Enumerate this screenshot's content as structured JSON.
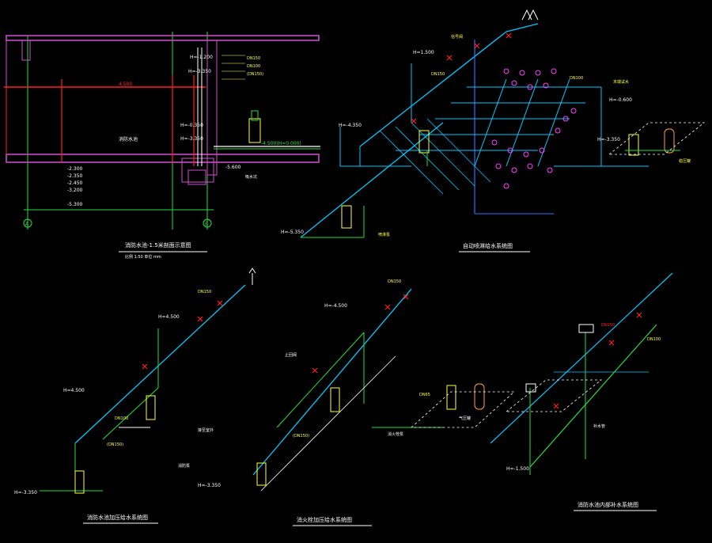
{
  "colors": {
    "background": "#000000",
    "pipe_cyan": "#00c8ff",
    "pipe_blue": "#3070ff",
    "pipe_green": "#20e040",
    "wall_magenta": "#d050d0",
    "red_line": "#ff2020",
    "yellow": "#ffff40",
    "white": "#ffffff",
    "sprinkler": "#ff40ff"
  },
  "drawing_titles": {
    "section": "消防水池-1.5米剖面示意图",
    "section_sub": "比例 1:50  单位 mm",
    "sprinkler_system": "自动喷淋给水系统图",
    "hydrant_pressure": "消防水池加压给水系统图",
    "fire_hydrant": "消火栓加压给水系统图",
    "pool_inlet": "消防水池内部补水系统图"
  },
  "section_labels": {
    "elev_a": "H=-1.200",
    "elev_b": "H=-3.350",
    "elev_c": "H=-0.350",
    "elev_d": "H=-3.350",
    "water_top": "4.500",
    "ground": "-4.500(H=0.000)",
    "floor_a": "-5.600",
    "level_1": "-2.300",
    "level_2": "-2.350",
    "level_3": "-2.450",
    "level_4": "-3.200",
    "bottom": "-5.300",
    "dn_1": "DN150",
    "dn_2": "DN100",
    "dn_3": "(DN150)",
    "note_1": "消防水池",
    "note_2": "吸水坑",
    "axis_a": "A",
    "axis_b": "B"
  },
  "sprinkler_labels": {
    "top": "H=1.500",
    "dn_main": "DN150",
    "dn_branch": "DN100",
    "valve": "信号阀",
    "elev_low": "H=-5.350",
    "elev_mid": "H=-4.350",
    "elev_pump": "H=-3.350",
    "elev_side": "H=-0.600",
    "pump": "喷淋泵",
    "tank": "稳压罐",
    "test": "末端试水"
  },
  "hydrant_labels": {
    "top": "H=4.500",
    "mid": "H=4.500",
    "low": "H=-3.350",
    "dn_main": "DN150",
    "dn_pump": "(DN150)",
    "dn_out": "DN100",
    "pump": "消防泵",
    "note": "接至室外"
  },
  "fire_labels": {
    "top": "H=-4.500",
    "low": "H=-3.350",
    "dn_main": "DN150",
    "dn_pump": "(DN150)",
    "dn_tank": "DN65",
    "valve": "止回阀",
    "pump": "消火栓泵",
    "tank_note": "气压罐"
  },
  "inlet_labels": {
    "dn_1": "DN150",
    "dn_2": "DN100",
    "elev": "H=-1.500",
    "note": "补水管"
  }
}
